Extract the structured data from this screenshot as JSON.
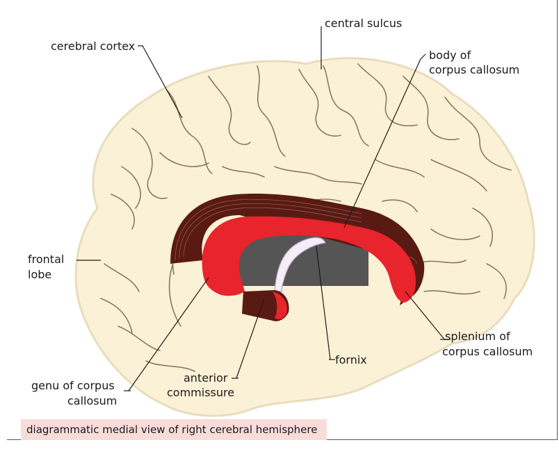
{
  "labels": {
    "cerebral_cortex": "cerebral cortex",
    "central_sulcus": "central sulcus",
    "body_of_corpus_callosum_1": "body of",
    "body_of_corpus_callosum_2": "corpus callosum",
    "frontal_lobe_1": "frontal",
    "frontal_lobe_2": "lobe",
    "splenium_1": "splenium of",
    "splenium_2": "corpus callosum",
    "fornix": "fornix",
    "anterior_commissure_1": "anterior",
    "anterior_commissure_2": "commissure",
    "genu_1": "genu of corpus",
    "genu_2": "callosum"
  },
  "caption": "diagrammatic medial view of right cerebral hemisphere",
  "colors": {
    "brain": "#fbf1d6",
    "gyri_lines": "#7a6e55",
    "corpus_callosum": "#e8242c",
    "callosum_shadow": "#5a1a14",
    "ventricle": "#555555",
    "caption_bg": "#f7dcd9"
  }
}
